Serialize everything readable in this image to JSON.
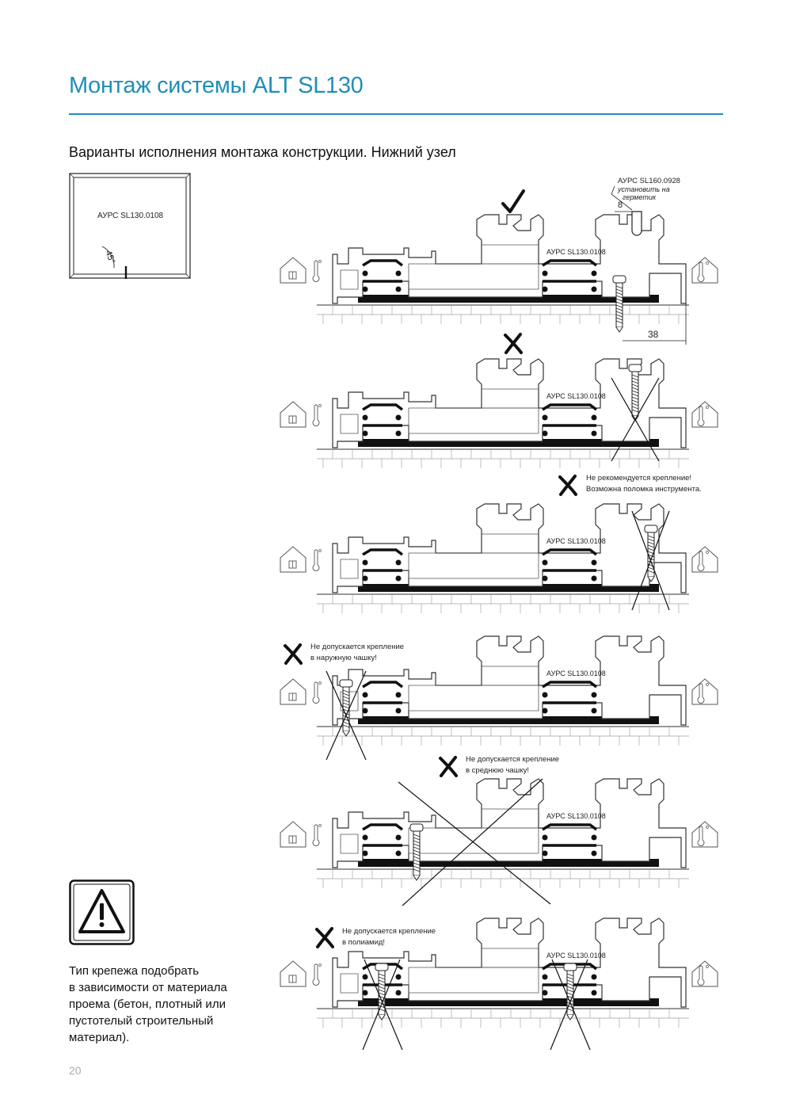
{
  "header": {
    "title": "Монтаж системы ALT SL130"
  },
  "section": {
    "subtitle": "Варианты исполнения монтажа конструкции. Нижний узел"
  },
  "corner_detail": {
    "label": "АУРС SL130.0108",
    "angle": "45°"
  },
  "top_detail": {
    "seal_part": "АУРС SL160.0928",
    "seal_note_1": "установить на",
    "seal_note_2": "герметик",
    "dim_gap": "8",
    "dim_offset": "38"
  },
  "profile_label": "АУРС SL130.0108",
  "rows": [
    {
      "mark": "check",
      "note_1": "",
      "note_2": ""
    },
    {
      "mark": "cross",
      "note_1": "",
      "note_2": ""
    },
    {
      "mark": "cross",
      "note_1": "Не рекомендуется крепление!",
      "note_2": "Возможна поломка инструмента."
    },
    {
      "mark": "cross",
      "note_1": "Не допускается крепление",
      "note_2": "в наружную чашку!"
    },
    {
      "mark": "cross",
      "note_1": "Не допускается крепление",
      "note_2": "в среднюю чашку!"
    },
    {
      "mark": "cross",
      "note_1": "Не допускается крепление",
      "note_2": "в полиамид!"
    }
  ],
  "warning": {
    "icon": "warning-triangle-icon",
    "lines": [
      "Тип крепежа подобрать",
      "в зависимости от материала",
      "проема (бетон, плотный или",
      "пустотелый строительный",
      "материал)."
    ]
  },
  "footer": {
    "page_number": "20"
  },
  "colors": {
    "accent": "#1f8fb8",
    "line": "#1a1a1a",
    "page_number": "#aaaaaa"
  }
}
